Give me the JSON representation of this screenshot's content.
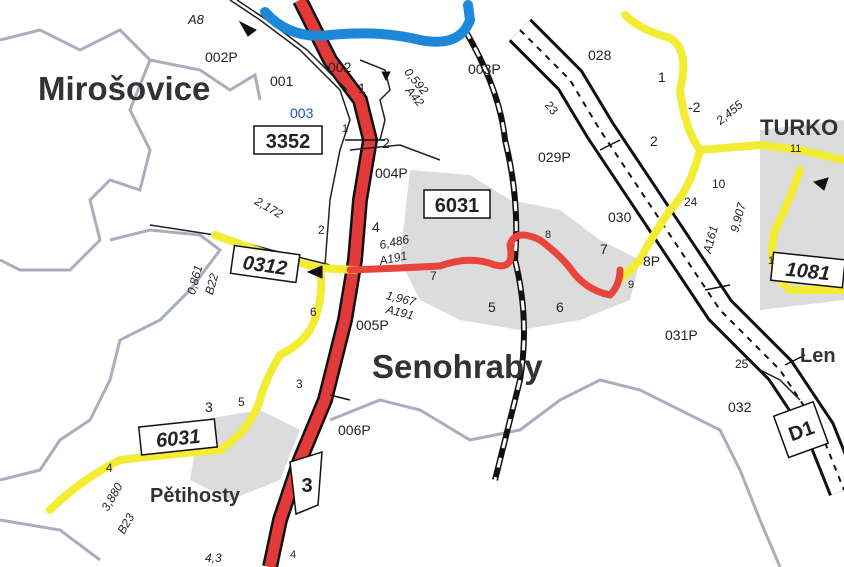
{
  "map": {
    "colors": {
      "highway": "#e23a3a",
      "yellow_route": "#f2ec35",
      "blue_route": "#1e88d8",
      "railway": "#111111",
      "border": "#a9aebf",
      "urban": "#dcdcdc"
    },
    "towns": {
      "mirosovice": "Mirošovice",
      "senohraby": "Senohraby",
      "petihosty": "Pětihosty",
      "turko": "TURKO",
      "len": "Len"
    },
    "road_boxes": {
      "r3352": "3352",
      "r6031_top": "6031",
      "r0312": "0312",
      "r6031_bottom": "6031",
      "r1081": "1081",
      "d1": "D1",
      "r3": "3"
    },
    "labels": {
      "a8": "A8",
      "p002": "002P",
      "n001": "001",
      "n002": "002",
      "n003": "003",
      "k0592": "0,592",
      "a42": "A42",
      "p003": "003P",
      "n028": "028",
      "n23": "23",
      "n1_top": "1",
      "n_2": "-2",
      "k2455": "2,455",
      "n1_road": "1",
      "n1_ramp": "1",
      "n2_j": "2",
      "p004": "004P",
      "p029": "029P",
      "n2_hwy": "2",
      "n10": "10",
      "n11": "11",
      "k2172": "2,172",
      "n4": "4",
      "k6486": "6,486",
      "a191a": "A191",
      "n7_mid": "7",
      "k1967": "1,967",
      "a191b": "A191",
      "p005": "005P",
      "n2_side": "2",
      "n6_left": "6",
      "k0861": "0,861",
      "b22": "B22",
      "n5": "5",
      "n6": "6",
      "n7": "7",
      "n8": "8",
      "n9": "9",
      "n030": "030",
      "n24": "24",
      "p8": "8P",
      "a161": "A161",
      "k9907": "9,907",
      "n1_right": "1",
      "p031": "031P",
      "n25": "25",
      "n032": "032",
      "n3_hwy": "3",
      "p006": "006P",
      "n3_y": "3",
      "n5_y": "5",
      "n4_bl": "4",
      "k3880": "3,880",
      "b23": "B23",
      "k43": "4,3",
      "n4_bot": "4"
    }
  }
}
